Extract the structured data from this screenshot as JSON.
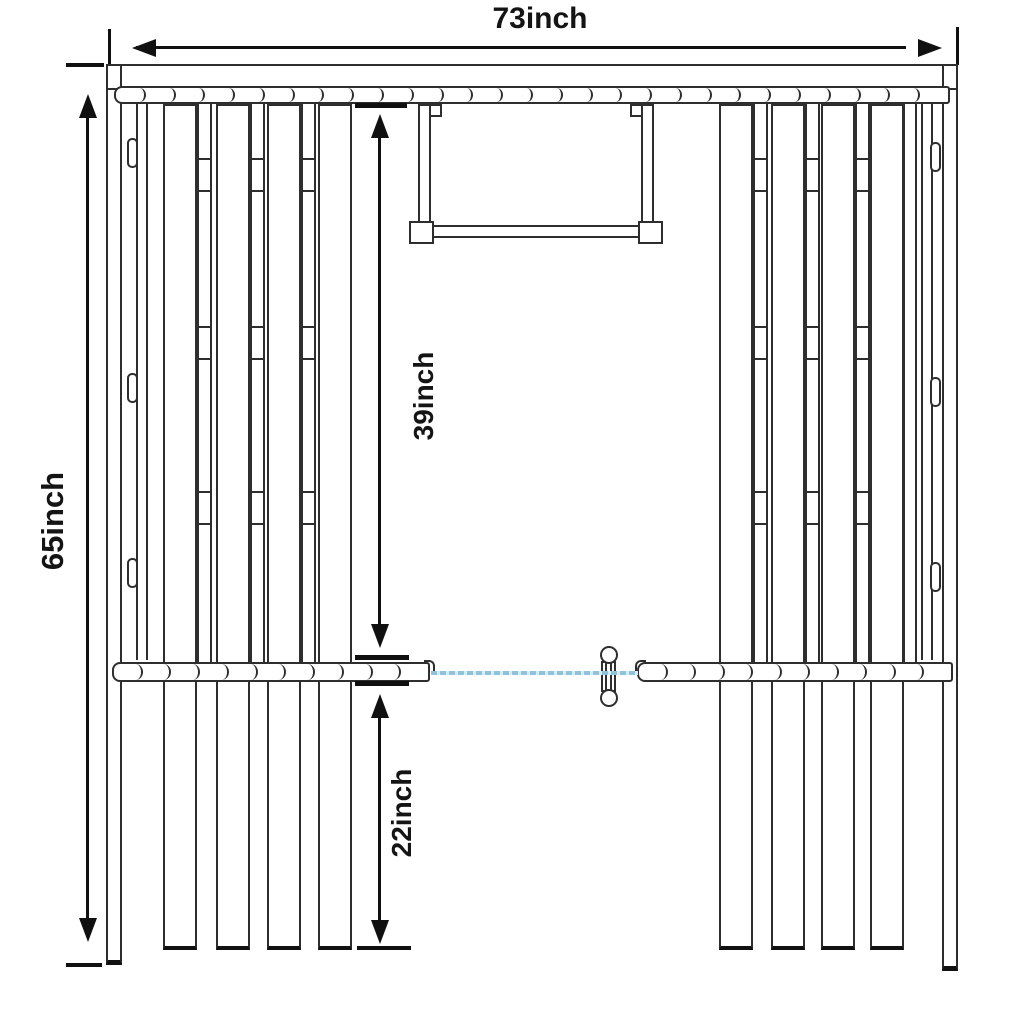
{
  "diagram": {
    "name": "slatted-frame-dimension-drawing",
    "description": "Line drawing of a slatted wooden frame with top beam, hanging rod, retractable clothesline with toggle handle, and dimension arrows",
    "line_color": "#2e2e2e",
    "dimension_color": "#101010",
    "clothesline_color": "#8fc3da",
    "background": "#ffffff"
  },
  "dimensions": {
    "width": {
      "label": "73inch",
      "orientation": "horizontal",
      "measures": "overall width"
    },
    "height": {
      "label": "65inch",
      "orientation": "vertical",
      "measures": "overall height"
    },
    "upper_section": {
      "label": "39inch",
      "orientation": "vertical",
      "measures": "top rail to middle rail"
    },
    "lower_section": {
      "label": "22inch",
      "orientation": "vertical",
      "measures": "middle rail to slat bottom"
    }
  },
  "structure": {
    "top_rail_segments": 28,
    "mid_rail_segments": 11,
    "left_slats": 4,
    "right_slats": 4,
    "connector_bands_per_gap": 3,
    "left_wall_hooks": 3,
    "right_wall_hooks": 3
  }
}
